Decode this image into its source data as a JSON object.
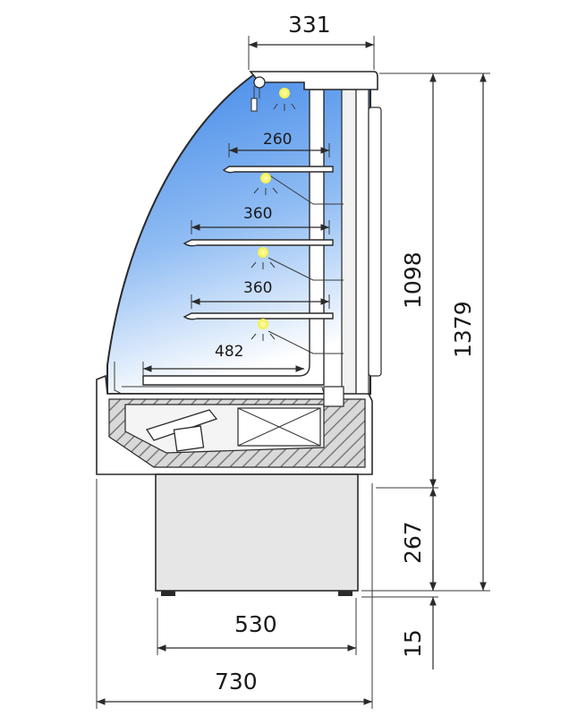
{
  "dimensions": {
    "top_width": "331",
    "inner_height": "1098",
    "total_height": "1379",
    "base_height": "267",
    "foot_height": "15",
    "base_width": "530",
    "total_width": "730"
  },
  "shelf_depths": [
    "260",
    "360",
    "360",
    "482"
  ],
  "colors": {
    "glass_top": "#3f86e8",
    "glass_bottom": "#ffffff",
    "light": "#f2ee4a",
    "hatch": "#7a7a7a",
    "base_fill": "#e6e6e6",
    "line": "#2a2a2a"
  }
}
